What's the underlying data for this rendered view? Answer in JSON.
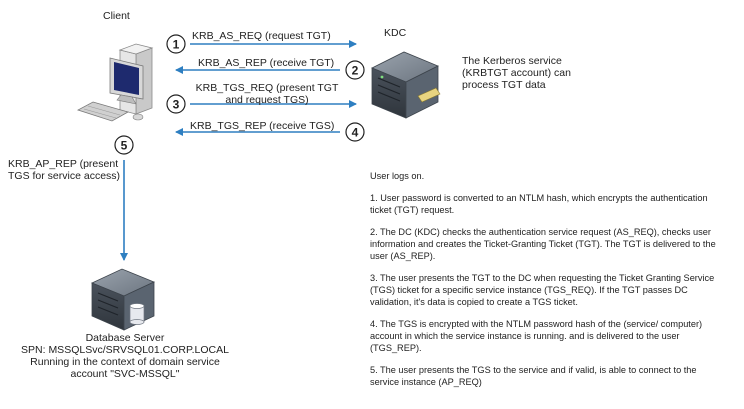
{
  "nodes": {
    "client": "Client",
    "kdc": "KDC",
    "kdc_description": [
      "The Kerberos service",
      "(KRBTGT account) can",
      "process TGT data"
    ],
    "database_server": [
      "Database Server",
      "SPN: MSSQLSvc/SRVSQL01.CORP.LOCAL",
      "Running in the context of domain service",
      "account \"SVC-MSSQL\""
    ]
  },
  "steps": [
    {
      "number": "1",
      "label": [
        "KRB_AS_REQ (request TGT)"
      ]
    },
    {
      "number": "2",
      "label": [
        "KRB_AS_REP (receive TGT)"
      ]
    },
    {
      "number": "3",
      "label": [
        "KRB_TGS_REQ (present TGT",
        "and request TGS)"
      ]
    },
    {
      "number": "4",
      "label": [
        "KRB_TGS_REP (receive TGS)"
      ]
    },
    {
      "number": "5",
      "label": [
        "KRB_AP_REP (present",
        "TGS for service access)"
      ]
    }
  ],
  "explanation": {
    "intro": "User logs on.",
    "items": [
      "1. User password is converted to an NTLM hash, which encrypts the authentication ticket (TGT) request.",
      "2. The DC (KDC) checks the authentication service request (AS_REQ), checks user information and creates the Ticket-Granting Ticket (TGT). The TGT is delivered to the user (AS_REP).",
      "3. The user presents the TGT to the DC when requesting the Ticket Granting Service (TGS) ticket for a specific service instance (TGS_REQ). If the TGT passes DC validation, it's data is copied to create a TGS ticket.",
      "4. The TGS is encrypted with the NTLM password hash of the (service/ computer) account in which the service instance is running. and is delivered to the user (TGS_REP).",
      "5. The user presents the TGS to the service and if valid, is able to connect to the service instance (AP_REQ)"
    ]
  },
  "colors": {
    "arrow": "#2e7fc1",
    "server_body": "#5a6470",
    "monitor_frame": "#d8d8d8",
    "monitor_screen": "#1e2a6e"
  },
  "icons": {
    "client": "computer-icon",
    "kdc": "server-icon",
    "database": "database-server-icon"
  }
}
